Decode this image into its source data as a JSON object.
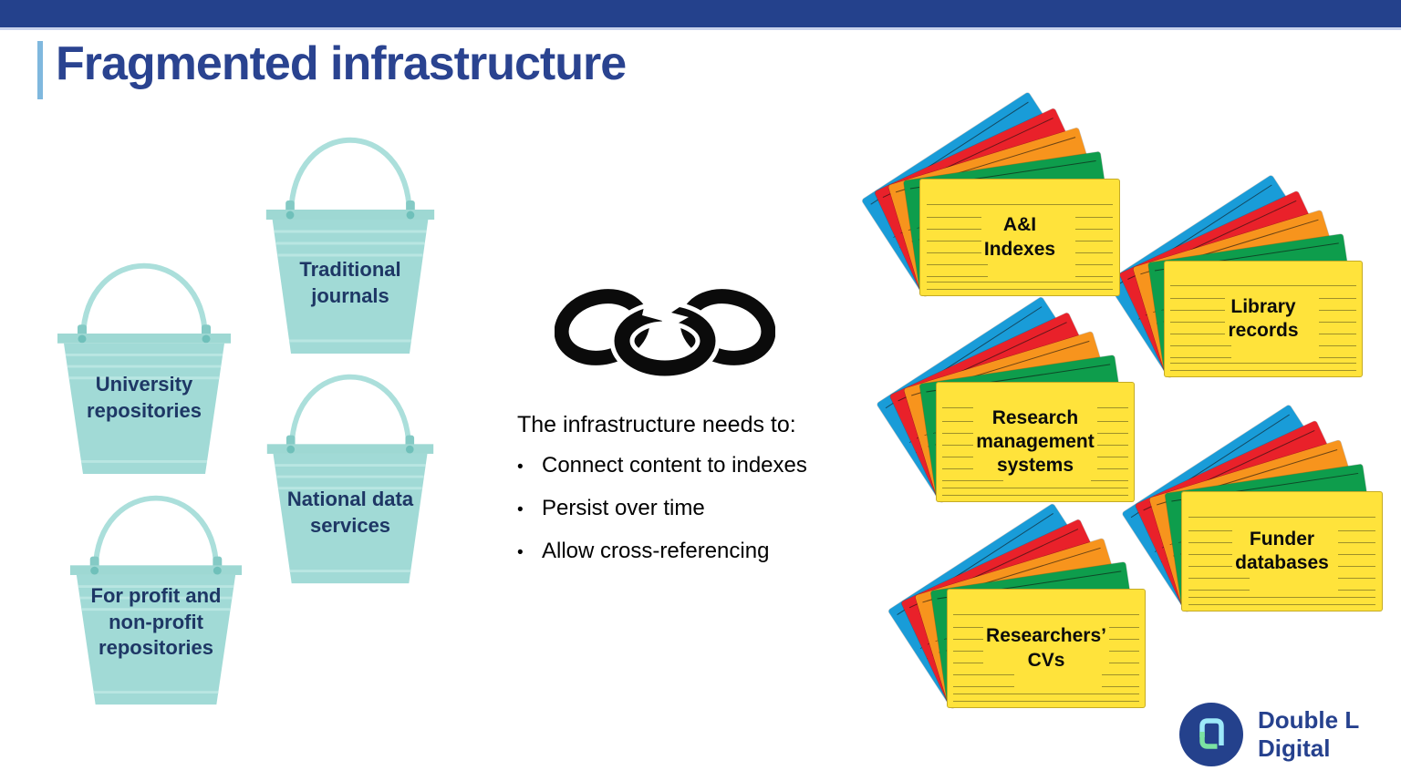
{
  "title": "Fragmented infrastructure",
  "buckets": [
    {
      "label": "Traditional\njournals"
    },
    {
      "label": "University\nrepositories"
    },
    {
      "label": "National data\nservices"
    },
    {
      "label": "For profit and\nnon-profit\nrepositories"
    }
  ],
  "center": {
    "heading": "The infrastructure needs to:",
    "bullets": [
      "Connect content to indexes",
      "Persist over time",
      "Allow cross-referencing"
    ]
  },
  "stacks": [
    {
      "label": "A&I\nIndexes"
    },
    {
      "label": "Library\nrecords"
    },
    {
      "label": "Research\nmanagement\nsystems"
    },
    {
      "label": "Funder\ndatabases"
    },
    {
      "label": "Researchers’\nCVs"
    }
  ],
  "logo": {
    "line1": "Double L",
    "line2": "Digital"
  },
  "icons": {
    "bullet": "•"
  },
  "colors": {
    "top_bar": "#24418C",
    "title_text": "#2A4390",
    "accent_bar": "#7FB8DE",
    "bucket_fill": "#A1DAD6",
    "bucket_text": "#1E3765",
    "card_blue": "#199CD8",
    "card_red": "#E9212A",
    "card_orange": "#F7941D",
    "card_green": "#0E9D4C",
    "card_yellow": "#FFE33B",
    "chain": "#0B0B0B",
    "logo_circle": "#24418C",
    "logo_mark_cyan": "#9DE9F9",
    "logo_mark_green": "#7BE3A2"
  }
}
